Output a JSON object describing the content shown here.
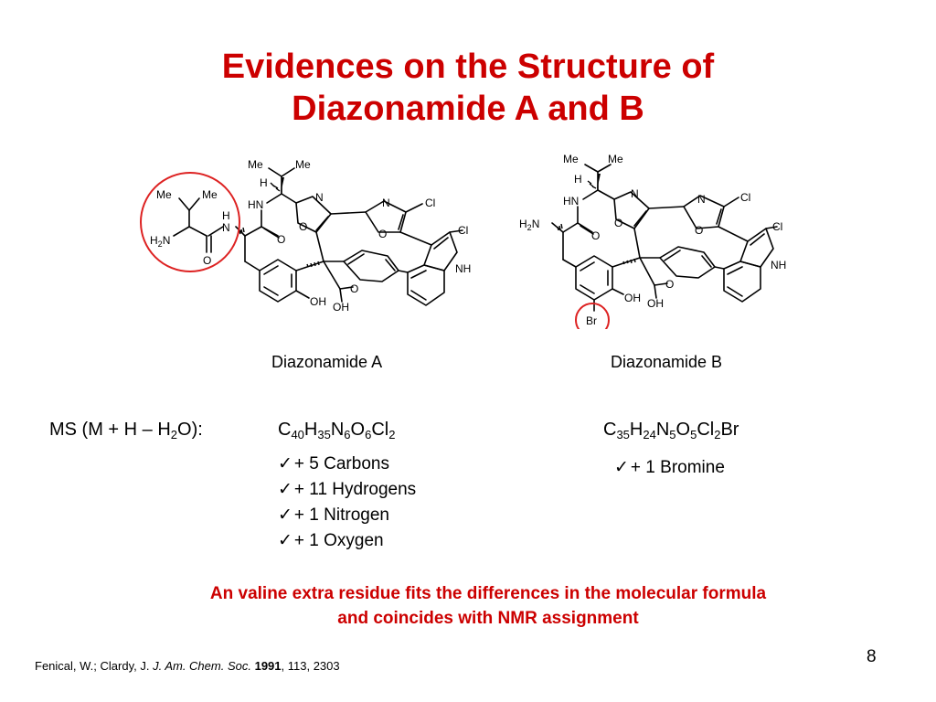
{
  "slide": {
    "title_line1": "Evidences on the Structure of",
    "title_line2": "Diazonamide A and B",
    "page_number": "8"
  },
  "structures": {
    "a": {
      "name": "Diazonamide A",
      "atoms": {
        "me1": "Me",
        "me2": "Me",
        "me3": "Me",
        "me4": "Me",
        "h1": "H",
        "h2": "H",
        "hn": "HN",
        "n1": "N",
        "nh2": "H2N",
        "o_amide1": "O",
        "o_amide2": "O",
        "ox_n1": "N",
        "ox_o1": "O",
        "ox_n2": "N",
        "ox_o2": "O",
        "cl1": "Cl",
        "cl2": "Cl",
        "nh": "NH",
        "o_ring": "O",
        "oh1": "OH",
        "oh2": "OH"
      }
    },
    "b": {
      "name": "Diazonamide B",
      "atoms": {
        "me1": "Me",
        "me2": "Me",
        "h1": "H",
        "hn": "HN",
        "nh2": "H2N",
        "o_amide": "O",
        "ox_n1": "N",
        "ox_o1": "O",
        "ox_n2": "N",
        "ox_o2": "O",
        "cl1": "Cl",
        "cl2": "Cl",
        "nh": "NH",
        "o_ring": "O",
        "oh1": "OH",
        "oh2": "OH",
        "br": "Br"
      }
    }
  },
  "ms": {
    "label_prefix": "MS (M + H – H",
    "label_sub": "2",
    "label_suffix": "O):",
    "formula_a": [
      {
        "t": "C",
        "s": "40"
      },
      {
        "t": "H",
        "s": "35"
      },
      {
        "t": "N",
        "s": "6"
      },
      {
        "t": "O",
        "s": "6"
      },
      {
        "t": "Cl",
        "s": "2"
      }
    ],
    "formula_b": [
      {
        "t": "C",
        "s": "35"
      },
      {
        "t": "H",
        "s": "24"
      },
      {
        "t": "N",
        "s": "5"
      },
      {
        "t": "O",
        "s": "5"
      },
      {
        "t": "Cl",
        "s": "2"
      },
      {
        "t": "Br",
        "s": ""
      }
    ],
    "differences_a": [
      "+ 5 Carbons",
      "+ 11 Hydrogens",
      "+ 1 Nitrogen",
      "+ 1 Oxygen"
    ],
    "differences_b": [
      "+ 1 Bromine"
    ],
    "check_glyph": "✓"
  },
  "conclusion": {
    "line1": "An valine extra residue fits the differences in the molecular formula",
    "line2": "and coincides with NMR assignment"
  },
  "citation": {
    "authors": "Fenical, W.; Clardy, J. ",
    "journal": "J. Am. Chem. Soc.",
    "year": "1991",
    "rest": ", 113, 2303"
  },
  "colors": {
    "title": "#cc0000",
    "highlight_circle": "#dd2222",
    "text": "#000000"
  }
}
